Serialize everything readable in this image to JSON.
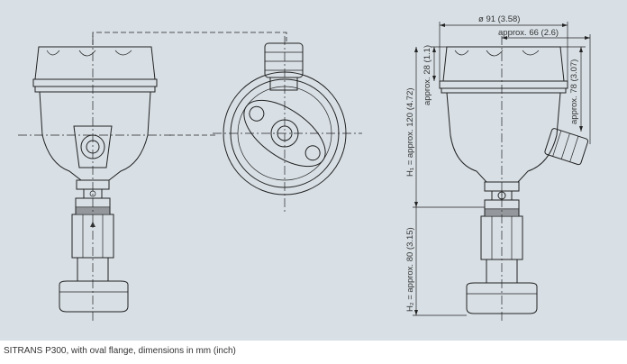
{
  "caption": "SITRANS P300, with oval flange, dimensions in mm (inch)",
  "dimensions": {
    "diameter": "ø 91 (3.58)",
    "approx_66": "approx. 66 (2.6)",
    "approx_28": "approx. 28 (1.1)",
    "approx_78": "approx. 78 (3.07)",
    "h1": "H₁ = approx. 120 (4.72)",
    "h2": "H₂ = approx. 80 (3.15)"
  }
}
